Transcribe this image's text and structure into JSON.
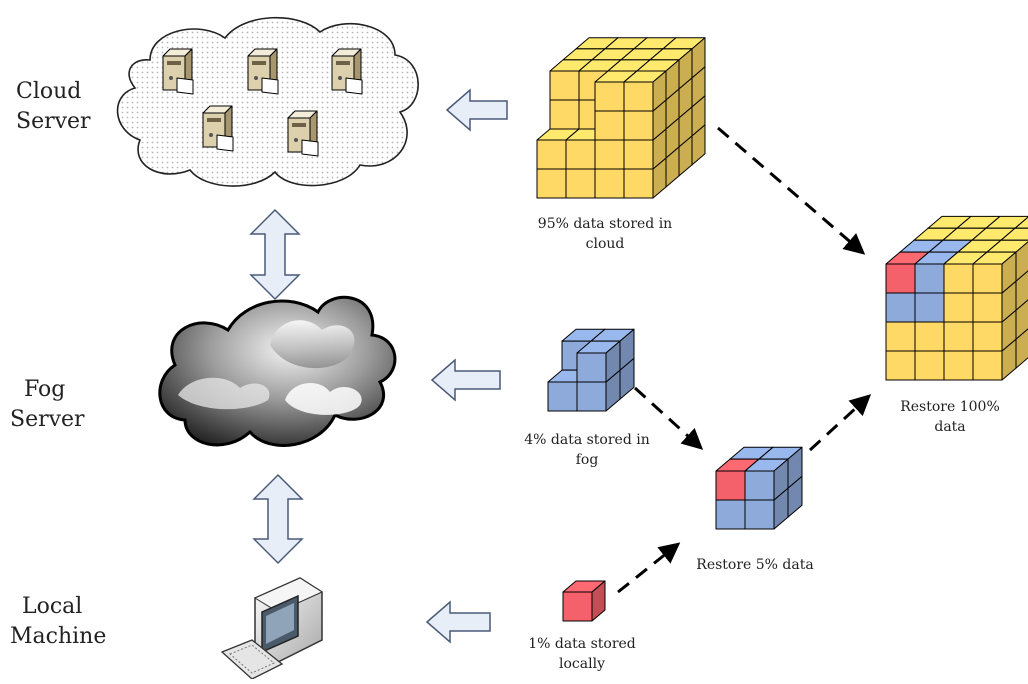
{
  "tiers": {
    "cloud": {
      "line1": "Cloud",
      "line2": "Server"
    },
    "fog": {
      "line1": "Fog",
      "line2": "Server"
    },
    "local": {
      "line1": "Local",
      "line2": "Machine"
    }
  },
  "captions": {
    "cloud_store": {
      "line1": "95% data stored in",
      "line2": "cloud"
    },
    "fog_store": {
      "line1": "4% data stored in",
      "line2": "fog"
    },
    "local_store": {
      "line1": "1% data stored",
      "line2": "locally"
    },
    "restore_small": {
      "line1": "Restore 5% data"
    },
    "restore_full": {
      "line1": "Restore 100%",
      "line2": "data"
    }
  },
  "colors": {
    "cloud_cube": "#FFD966",
    "fog_cube": "#8EAADB",
    "local_cube": "#F4616A",
    "arrow_fill": "#E8EEF8",
    "arrow_stroke": "#4A5A78"
  },
  "icons": {
    "cloud_server": "server-cloud-icon",
    "fog_server": "dark-cloud-icon",
    "local_machine": "computer-icon"
  }
}
